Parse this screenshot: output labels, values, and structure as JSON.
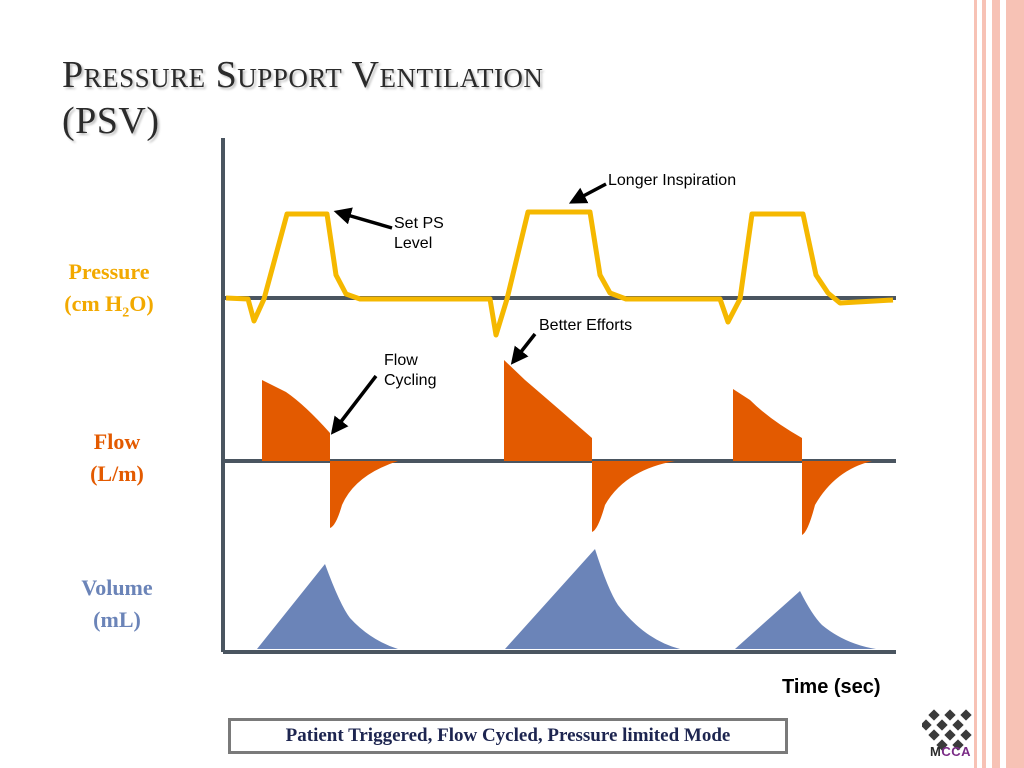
{
  "title": {
    "line1": "Pressure Support Ventilation",
    "line2": "(PSV)"
  },
  "labels": {
    "pressure": {
      "line1": "Pressure",
      "line2_prefix": "(cm H",
      "line2_sub": "2",
      "line2_suffix": "O)"
    },
    "flow": {
      "line1": "Flow",
      "line2": "(L/m)"
    },
    "volume": {
      "line1": "Volume",
      "line2": "(mL)"
    }
  },
  "annotations": {
    "longer_inspiration": "Longer Inspiration",
    "set_ps_level_1": "Set PS",
    "set_ps_level_2": "Level",
    "better_efforts": "Better Efforts",
    "flow_cycling_1": "Flow",
    "flow_cycling_2": "Cycling"
  },
  "axis": {
    "time": "Time (sec)"
  },
  "mode": "Patient Triggered, Flow Cycled, Pressure limited Mode",
  "logo": {
    "text_m": "M",
    "text_cca": "CCA"
  },
  "colors": {
    "pressure": "#f5b800",
    "flow": "#e35a00",
    "volume": "#6b84b8",
    "axis": "#4a5560",
    "title": "#2b2b2b",
    "mode_text": "#1d2550",
    "stripe": "#f7c2b5"
  }
}
